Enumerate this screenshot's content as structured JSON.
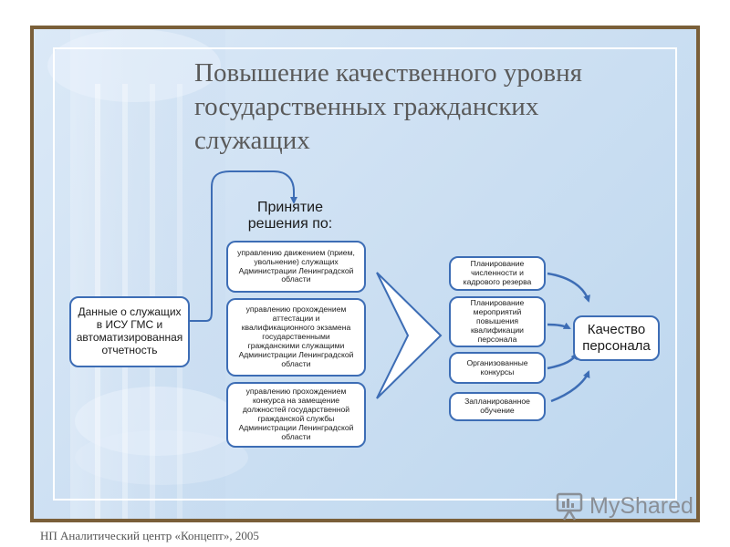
{
  "slide": {
    "title_lines": [
      "Повышение качественного уровня",
      "государственных гражданских",
      "служащих"
    ],
    "source_box": {
      "lines": [
        "Данные о служащих",
        "в ИСУ ГМС и",
        "автоматизированная",
        "отчетность"
      ]
    },
    "decision": {
      "label_lines": [
        "Принятие",
        "решения по:"
      ],
      "items": [
        {
          "lines": [
            "управлению движением (прием,",
            "увольнение) служащих",
            "Администрации Ленинградской",
            "области"
          ]
        },
        {
          "lines": [
            "управлению прохождением",
            "аттестации и",
            "квалификационного экзамена",
            "государственными",
            "гражданскими служащими",
            "Администрации Ленинградской",
            "области"
          ]
        },
        {
          "lines": [
            "управлению прохождением",
            "конкурса на замещение",
            "должностей государственной",
            "гражданской службы",
            "Администрации Ленинградской",
            "области"
          ]
        }
      ]
    },
    "results": [
      {
        "lines": [
          "Планирование",
          "численности и",
          "кадрового резерва"
        ]
      },
      {
        "lines": [
          "Планирование",
          "мероприятий",
          "повышения",
          "квалификации",
          "персонала"
        ]
      },
      {
        "lines": [
          "Организованные",
          "конкурсы"
        ]
      },
      {
        "lines": [
          "Запланированное",
          "обучение"
        ]
      }
    ],
    "outcome": {
      "lines": [
        "Качество",
        "персонала"
      ]
    },
    "colors": {
      "accent": "#3d6db5",
      "frame": "#7a5f39",
      "background": "#cfe1f3"
    }
  },
  "footer": {
    "text": "НП Аналитический центр «Концепт», 2005"
  },
  "watermark": {
    "text": "MyShared",
    "icon": "presentation-board-icon"
  }
}
